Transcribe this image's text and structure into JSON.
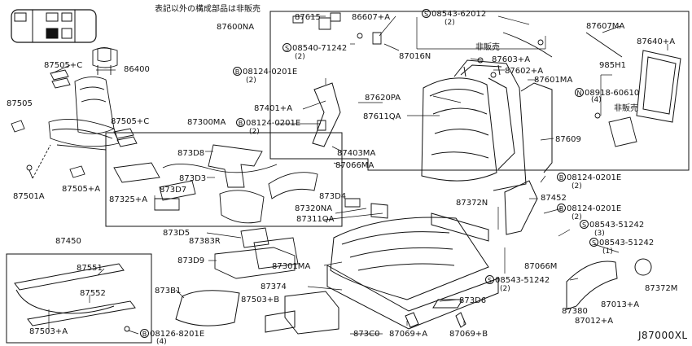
{
  "note_top": "表記以外の構成部品は非販売",
  "diagram_id": "J87000XL",
  "labels": {
    "p87600NA": "87600NA",
    "p87615": "87615",
    "p86607A": "86607+A",
    "p08543_62012": "08543-62012",
    "p08543_62012_q": "(2)",
    "p87607MA": "87607MA",
    "p87640A": "87640+A",
    "p08540_71242": "08540-71242",
    "p08540_71242_q": "(2)",
    "p87016N": "87016N",
    "hihanbai1": "非販売",
    "p87603A": "87603+A",
    "p87602A": "87602+A",
    "p985H1": "985H1",
    "p87601MA": "87601MA",
    "p08918_60610": "08918-60610",
    "p08918_60610_q": "(4)",
    "hihanbai2": "非販売",
    "p87620PA": "87620PA",
    "p87611QA": "87611QA",
    "p87609": "87609",
    "p86400": "86400",
    "p87505C_a": "87505+C",
    "p87505": "87505",
    "p87505C_b": "87505+C",
    "p87501A": "87501A",
    "p87505A": "87505+A",
    "p08124_0201E_a": "08124-0201E",
    "p08124_0201E_a_q": "(2)",
    "p87401A": "87401+A",
    "p08124_0201E_b": "08124-0201E",
    "p08124_0201E_b_q": "(2)",
    "p87403MA": "87403MA",
    "p87066MA": "87066MA",
    "p87300MA": "87300MA",
    "p873D8": "873D8",
    "p873D3": "873D3",
    "p87325A": "87325+A",
    "p873D7": "873D7",
    "p873D4": "873D4",
    "p87320NA": "87320NA",
    "p87311QA": "87311QA",
    "p873D5": "873D5",
    "p87383R": "87383R",
    "p873D9": "873D9",
    "p87301MA": "87301MA",
    "p873B1": "873B1",
    "p87374": "87374",
    "p87503B": "87503+B",
    "p873C0": "873C0",
    "p87069A": "87069+A",
    "p87069B": "87069+B",
    "p873D6": "873D6",
    "p87372N": "87372N",
    "p87452": "87452",
    "p08124_0201E_c": "08124-0201E",
    "p08124_0201E_c_q": "(2)",
    "p08124_0201E_d": "08124-0201E",
    "p08124_0201E_d_q": "(2)",
    "p08543_51242_a": "08543-51242",
    "p08543_51242_a_q": "(3)",
    "p08543_51242_b": "08543-51242",
    "p08543_51242_b_q": "(1)",
    "p87066M": "87066M",
    "p08543_51242_c": "08543-51242",
    "p08543_51242_c_q": "(2)",
    "p87372M": "87372M",
    "p87380": "87380",
    "p87013A": "87013+A",
    "p87012A": "87012+A",
    "p87450": "87450",
    "p87551": "87551",
    "p87552": "87552",
    "p87503A": "87503+A",
    "p08126_8201E": "08126-8201E",
    "p08126_8201E_q": "(4)"
  },
  "markers": {
    "S": "S",
    "B": "B",
    "N": "N"
  }
}
